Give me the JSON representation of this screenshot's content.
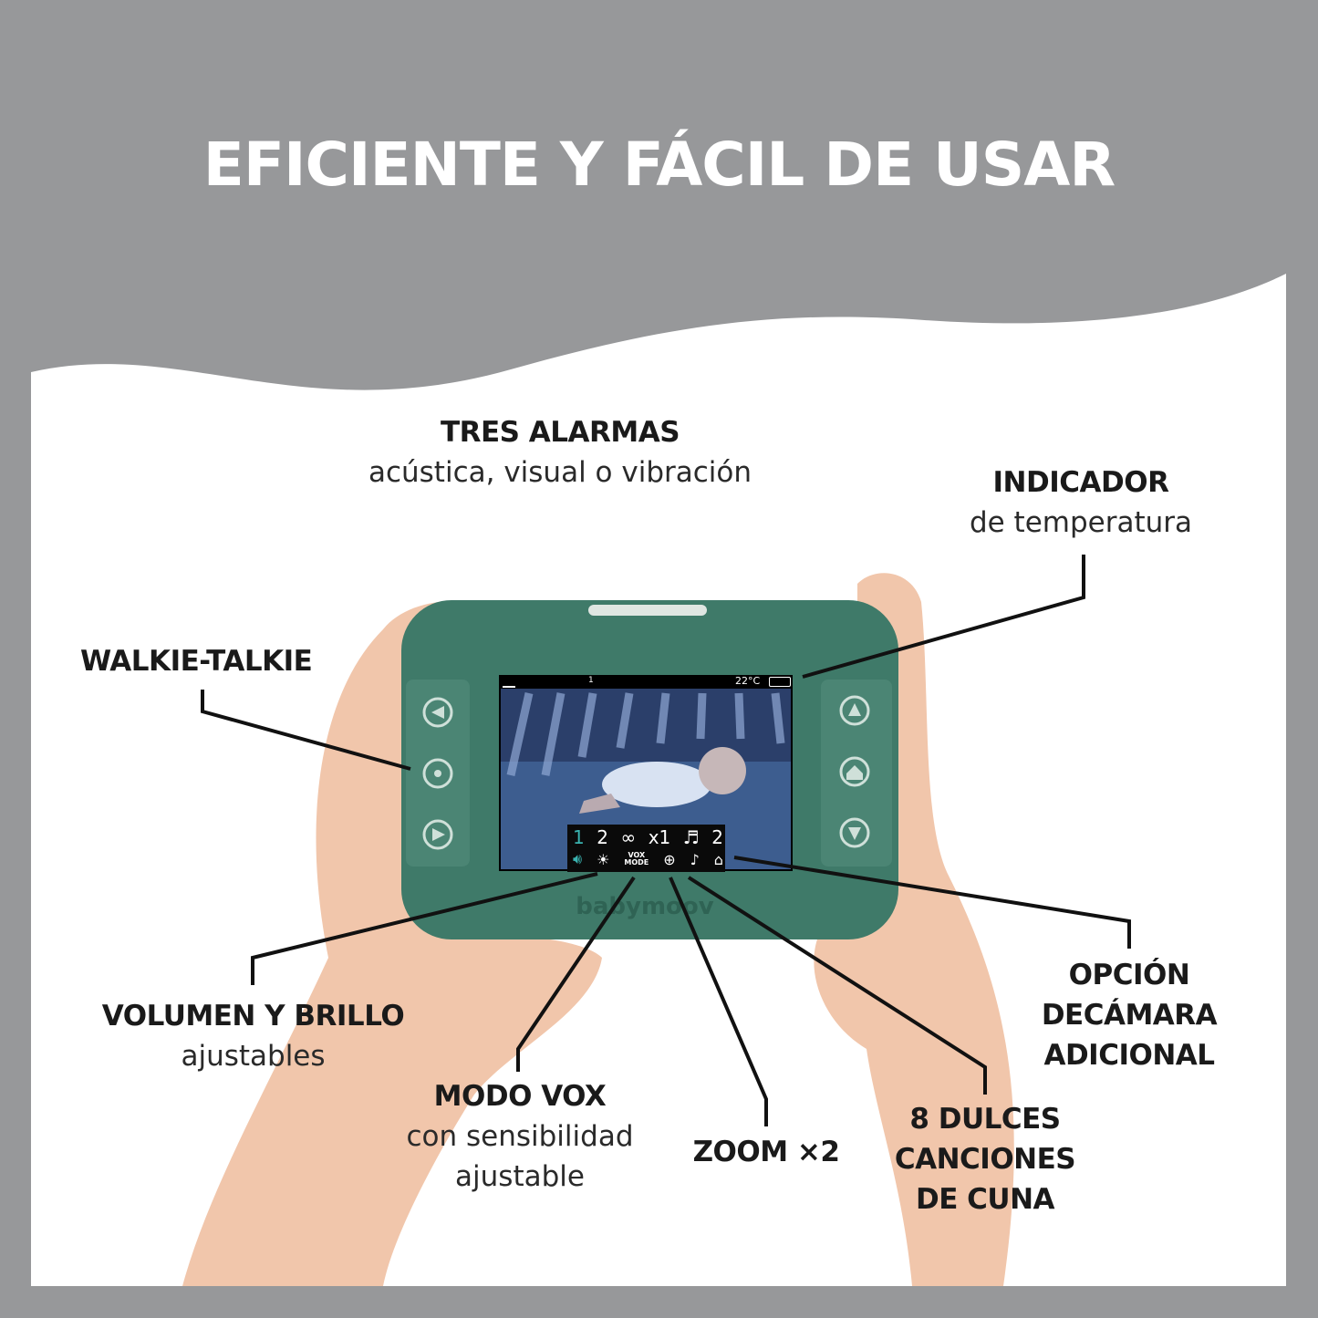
{
  "headline": "EFICIENTE Y FÁCIL DE USAR",
  "callouts": {
    "alarms": {
      "title": "TRES ALARMAS",
      "desc": "acústica, visual o vibración"
    },
    "temperature": {
      "title": "INDICADOR",
      "desc": "de temperatura"
    },
    "walkie": {
      "title": "WALKIE-TALKIE"
    },
    "volume": {
      "title": "VOLUMEN Y BRILLO",
      "desc": "ajustables"
    },
    "vox": {
      "title": "MODO VOX",
      "desc_line1": "con sensibilidad",
      "desc_line2": "ajustable"
    },
    "zoom": {
      "title": "ZOOM ×2"
    },
    "songs": {
      "line1": "8 DULCES",
      "line2": "CANCIONES",
      "line3": "DE CUNA"
    },
    "camera": {
      "line1": "OPCIÓN",
      "line2": "DECÁMARA",
      "line3": "ADICIONAL"
    }
  },
  "device": {
    "brand": "babymoov",
    "status_bar": {
      "camera_number": "1",
      "temperature": "22°C"
    },
    "menu_top": [
      "1",
      "2",
      "∞",
      "x1",
      "♬",
      "2"
    ],
    "menu_vox": [
      "VOX",
      "MODE"
    ]
  },
  "colors": {
    "device_green": "#3f7a69",
    "background_grey": "#97989a",
    "panel_white": "#ffffff",
    "skin": "#f1c6ab"
  }
}
